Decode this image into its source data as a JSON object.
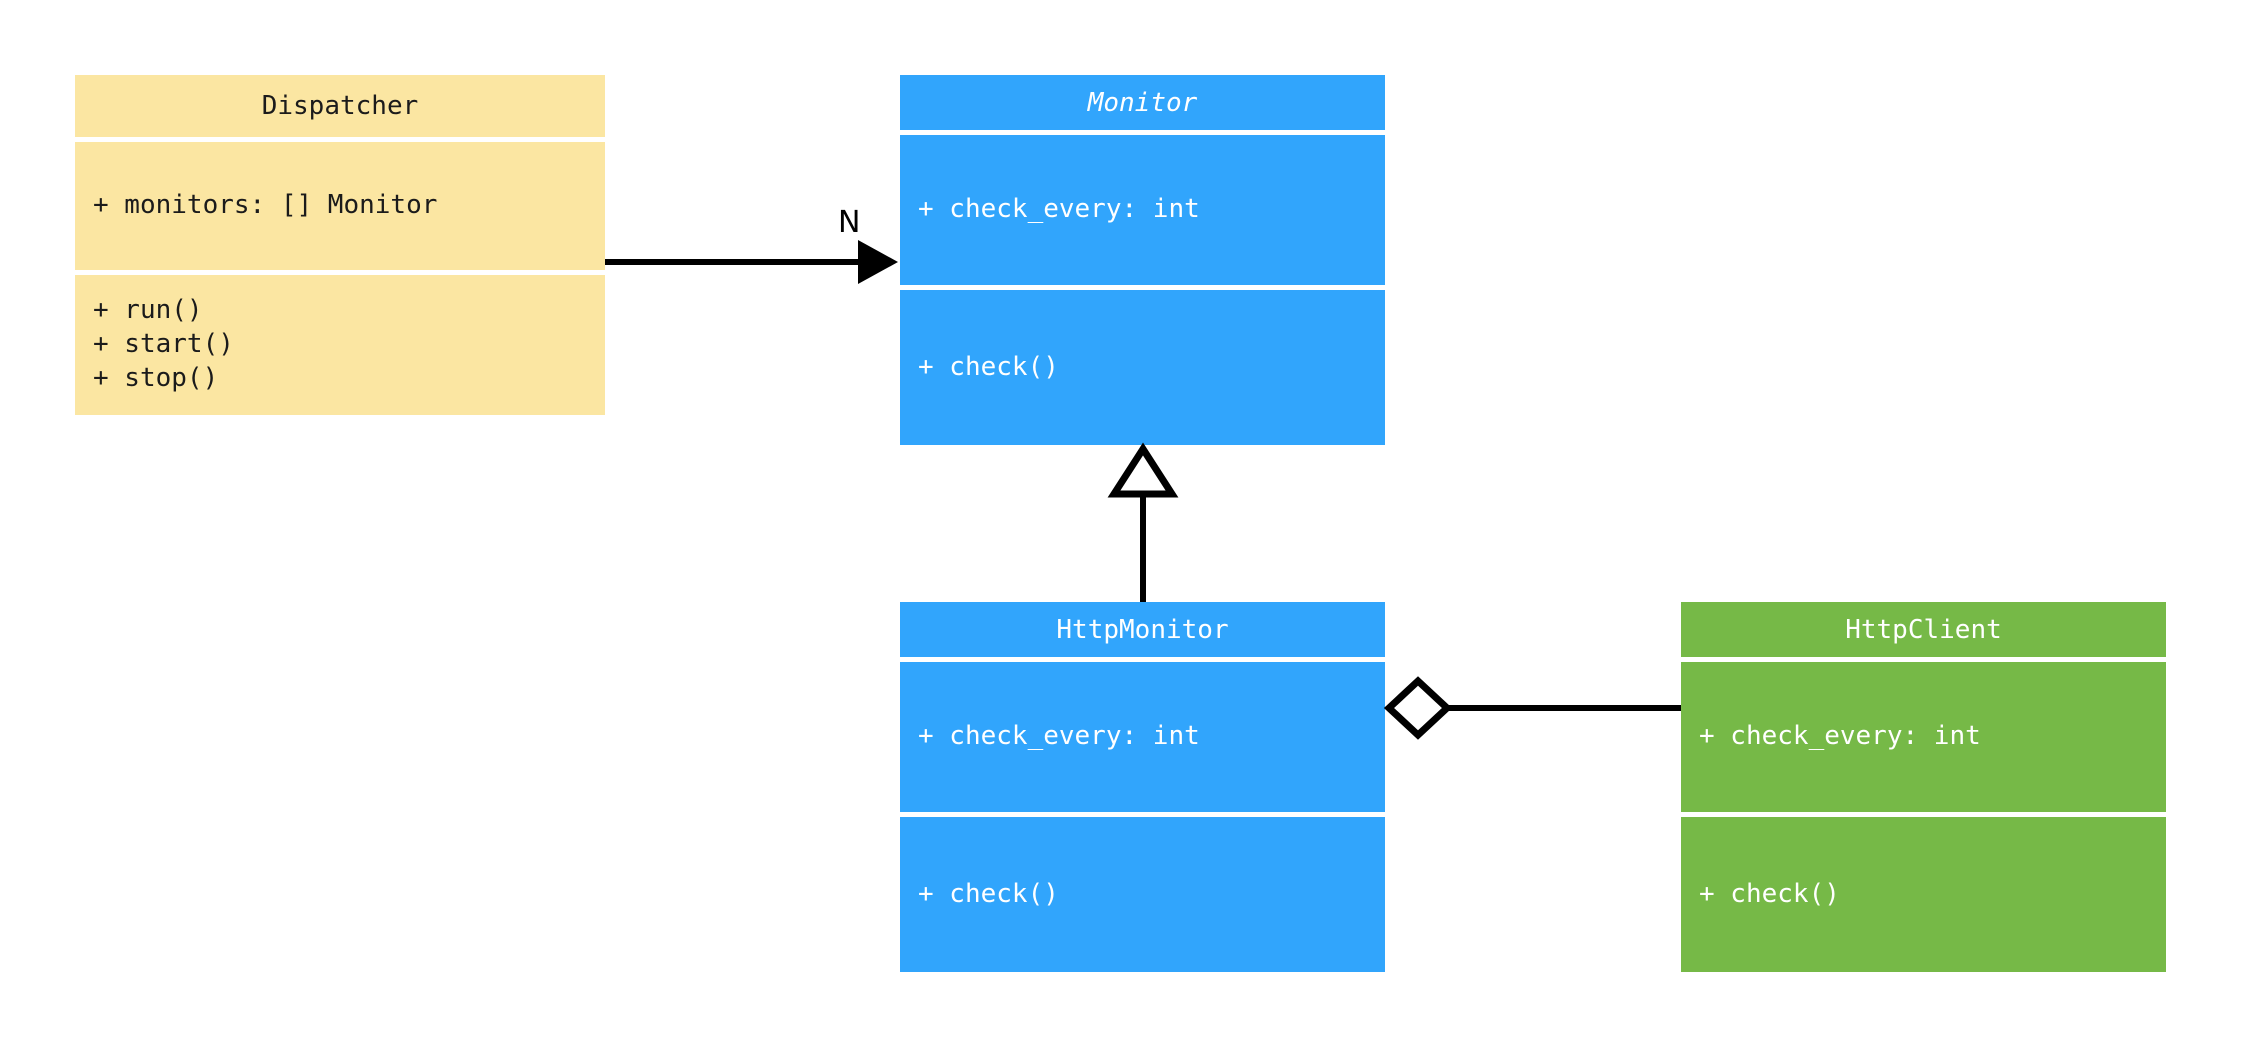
{
  "diagram": {
    "kind": "uml-class-diagram",
    "background": "#ffffff",
    "classes": [
      {
        "id": "dispatcher",
        "name": "Dispatcher",
        "abstract": false,
        "color": "#fbe6a2",
        "text_color": "#1b1b1b",
        "attributes": [
          "+ monitors: [] Monitor"
        ],
        "methods": [
          "+ run()",
          "+ start()",
          "+ stop()"
        ]
      },
      {
        "id": "monitor",
        "name": "Monitor",
        "abstract": true,
        "color": "#31a5fc",
        "text_color": "#ffffff",
        "attributes": [
          "+ check_every: int"
        ],
        "methods": [
          "+ check()"
        ]
      },
      {
        "id": "http-monitor",
        "name": "HttpMonitor",
        "abstract": false,
        "color": "#31a5fc",
        "text_color": "#ffffff",
        "attributes": [
          "+ check_every: int"
        ],
        "methods": [
          "+ check()"
        ]
      },
      {
        "id": "http-client",
        "name": "HttpClient",
        "abstract": false,
        "color": "#76b947",
        "text_color": "#ffffff",
        "attributes": [
          "+ check_every: int"
        ],
        "methods": [
          "+ check()"
        ]
      }
    ],
    "relationships": [
      {
        "id": "dispatcher-to-monitor",
        "type": "association",
        "from": "Dispatcher",
        "to": "Monitor",
        "arrowhead": "solid-filled-arrow",
        "label": "N",
        "line_color": "#000000"
      },
      {
        "id": "httpmonitor-to-monitor",
        "type": "generalization",
        "from": "HttpMonitor",
        "to": "Monitor",
        "arrowhead": "hollow-triangle",
        "label": "",
        "line_color": "#000000"
      },
      {
        "id": "httpmonitor-to-httpclient",
        "type": "aggregation",
        "from": "HttpMonitor",
        "to": "HttpClient",
        "arrowhead": "hollow-diamond",
        "label": "",
        "line_color": "#000000"
      }
    ]
  }
}
